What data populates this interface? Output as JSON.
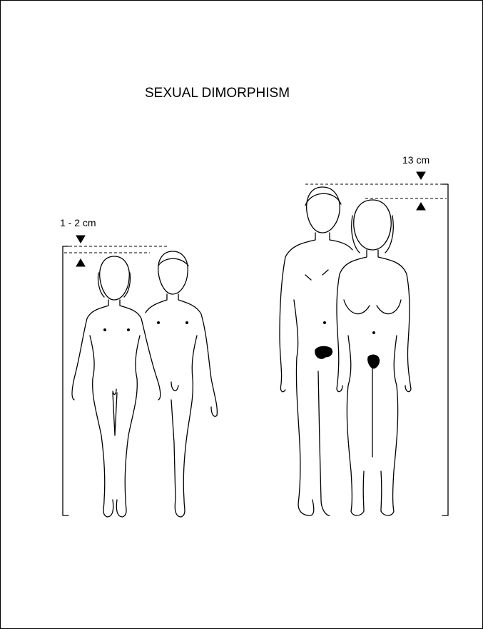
{
  "title": "SEXUAL DIMORPHISM",
  "left_group": {
    "height_difference_label": "1 - 2 cm"
  },
  "right_group": {
    "height_difference_label": "13 cm"
  },
  "colors": {
    "ink": "#000000",
    "background": "#ffffff"
  }
}
